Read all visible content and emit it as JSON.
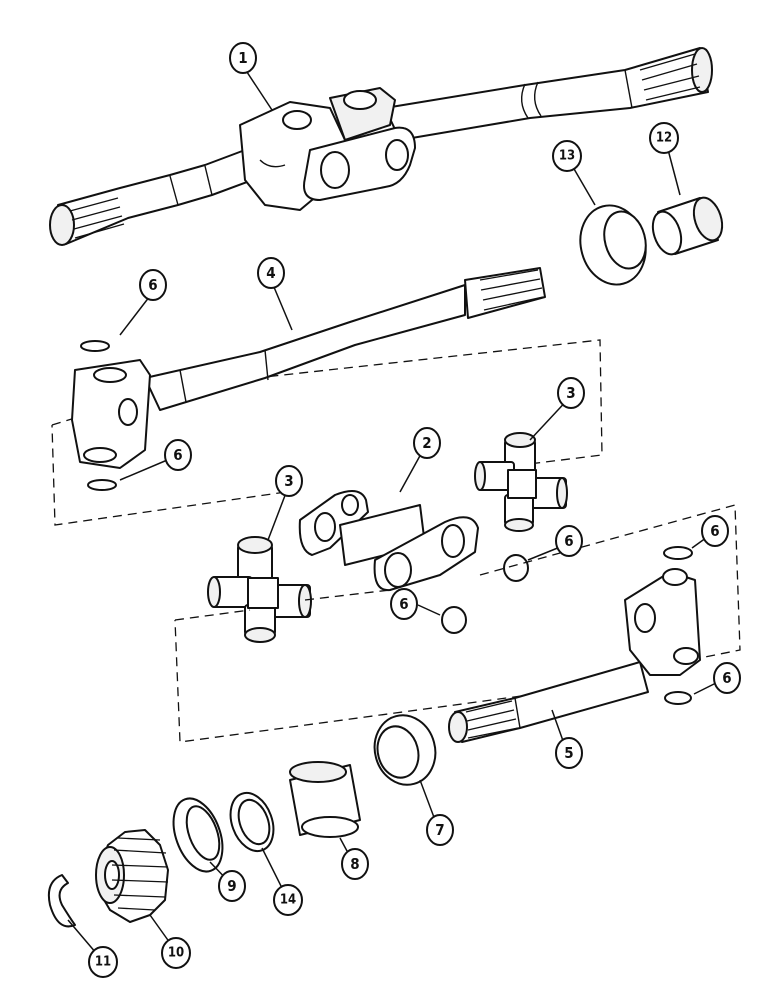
{
  "callouts": [
    {
      "id": "c1a",
      "label": "1"
    },
    {
      "id": "c4",
      "label": "4"
    },
    {
      "id": "c6a",
      "label": "6"
    },
    {
      "id": "c6b",
      "label": "6"
    },
    {
      "id": "c3a",
      "label": "3"
    },
    {
      "id": "c2",
      "label": "2"
    },
    {
      "id": "c3b",
      "label": "3"
    },
    {
      "id": "c6c",
      "label": "6"
    },
    {
      "id": "c6d",
      "label": "6"
    },
    {
      "id": "c6e",
      "label": "6"
    },
    {
      "id": "c6f",
      "label": "6"
    },
    {
      "id": "c13",
      "label": "13"
    },
    {
      "id": "c12",
      "label": "12"
    },
    {
      "id": "c5",
      "label": "5"
    },
    {
      "id": "c7",
      "label": "7"
    },
    {
      "id": "c8",
      "label": "8"
    },
    {
      "id": "c9",
      "label": "9"
    },
    {
      "id": "c14",
      "label": "14"
    },
    {
      "id": "c10",
      "label": "10"
    },
    {
      "id": "c11",
      "label": "11"
    }
  ]
}
